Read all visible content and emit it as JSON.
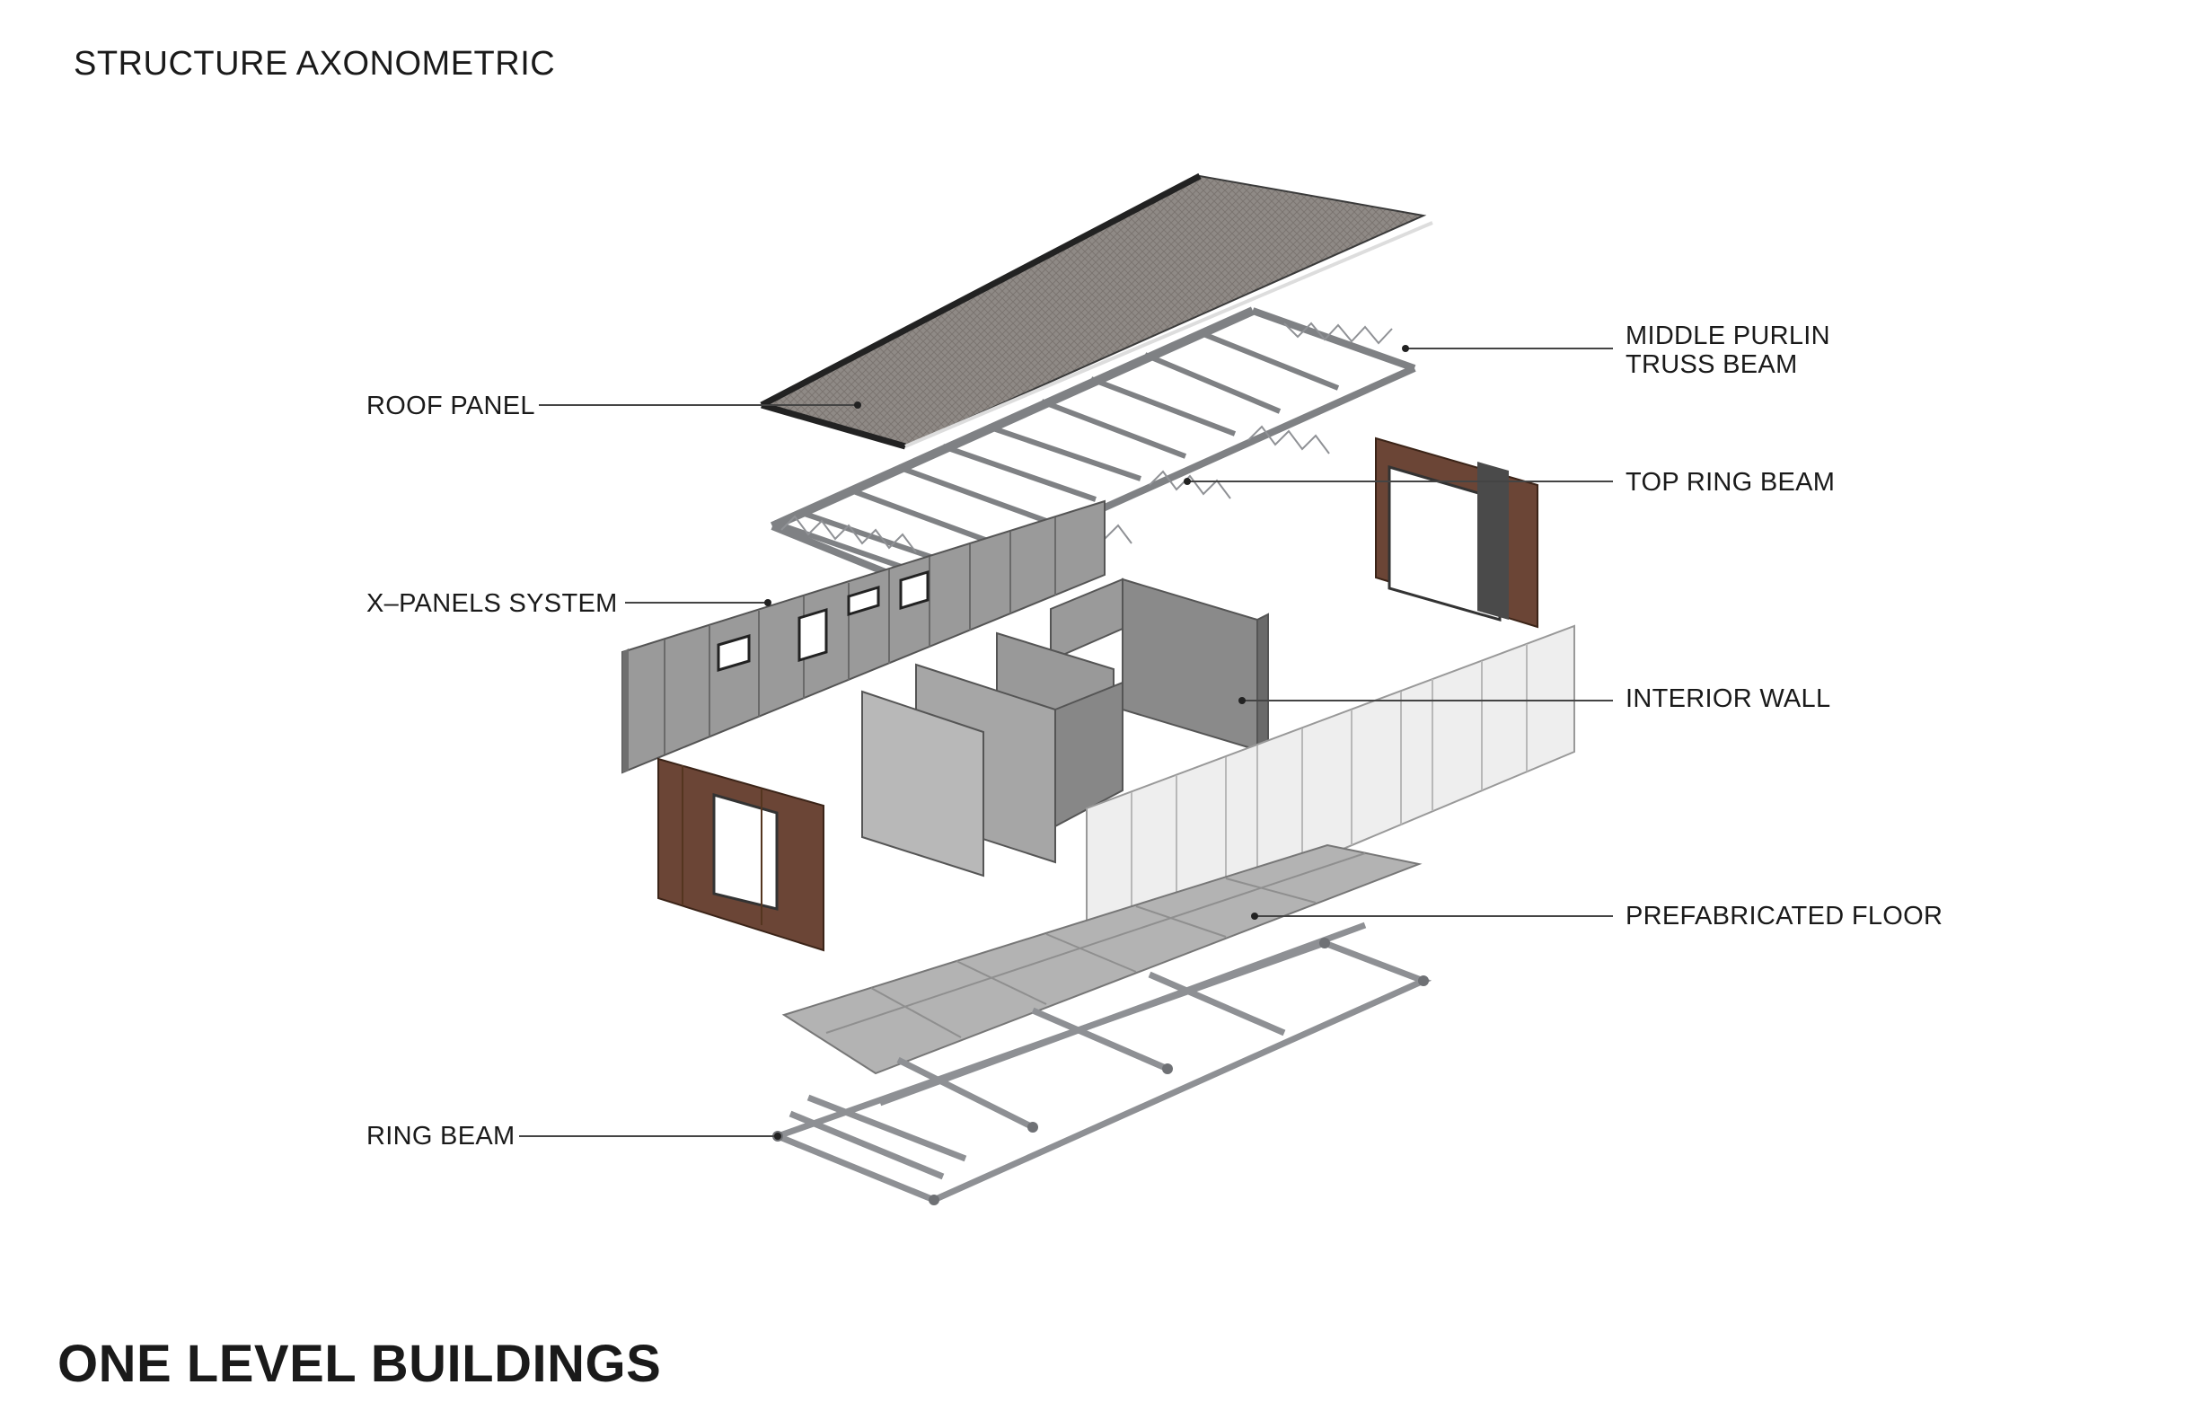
{
  "header": {
    "title": "STRUCTURE AXONOMETRIC"
  },
  "footer": {
    "title": "ONE LEVEL BUILDINGS"
  },
  "labels": {
    "roof_panel": "ROOF PANEL",
    "x_panels": "X–PANELS SYSTEM",
    "ring_beam": "RING BEAM",
    "middle_purlin_line1": "MIDDLE PURLIN",
    "middle_purlin_line2": "TRUSS BEAM",
    "top_ring_beam": "TOP RING BEAM",
    "interior_wall": "INTERIOR WALL",
    "prefab_floor": "PREFABRICATED FLOOR"
  },
  "colors": {
    "roof": "#8f8a86",
    "roof_edge": "#2b2b2b",
    "steel": "#9a9c9f",
    "panel_grey": "#8d8d8d",
    "wood": "#6b4536",
    "white_panel": "#eeeeee",
    "floor": "#b3b3b3",
    "leader": "#444444"
  }
}
